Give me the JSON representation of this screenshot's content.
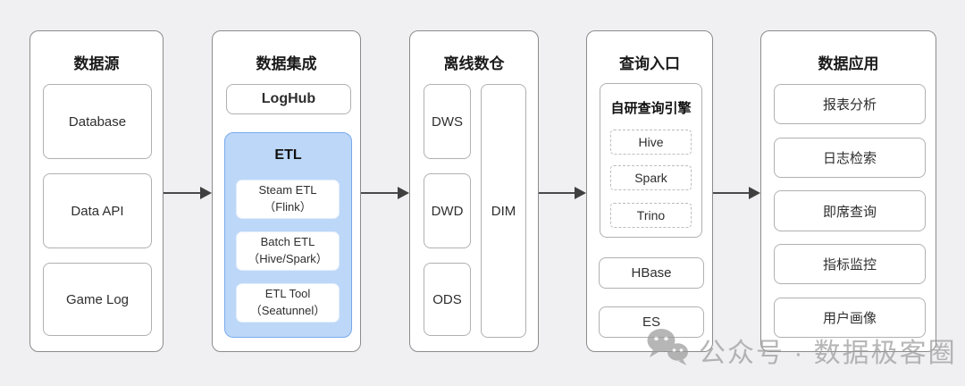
{
  "watermark": {
    "icon": "wechat-icon",
    "text": "公众号 · 数据极客圈"
  },
  "colors": {
    "background": "#f0f0f2",
    "panel_border": "#8c8c8c",
    "accent_fill": "#bcd7f8",
    "accent_border": "#79a9ec",
    "arrow": "#4a4a4a",
    "watermark": "#9b9b9b"
  },
  "columns": [
    {
      "title": "数据源",
      "items": [
        "Database",
        "Data API",
        "Game Log"
      ]
    },
    {
      "title": "数据集成",
      "loghub": "LogHub",
      "etl": {
        "title": "ETL",
        "items": [
          {
            "line1": "Steam ETL",
            "line2": "（Flink）"
          },
          {
            "line1": "Batch ETL",
            "line2": "（Hive/Spark）"
          },
          {
            "line1": "ETL Tool",
            "line2": "（Seatunnel）"
          }
        ]
      }
    },
    {
      "title": "离线数仓",
      "layers": [
        "DWS",
        "DWD",
        "ODS"
      ],
      "dim": "DIM"
    },
    {
      "title": "查询入口",
      "engine": {
        "title": "自研查询引擎",
        "items": [
          "Hive",
          "Spark",
          "Trino"
        ]
      },
      "stores": [
        "HBase",
        "ES"
      ]
    },
    {
      "title": "数据应用",
      "items": [
        "报表分析",
        "日志检索",
        "即席查询",
        "指标监控",
        "用户画像"
      ]
    }
  ]
}
